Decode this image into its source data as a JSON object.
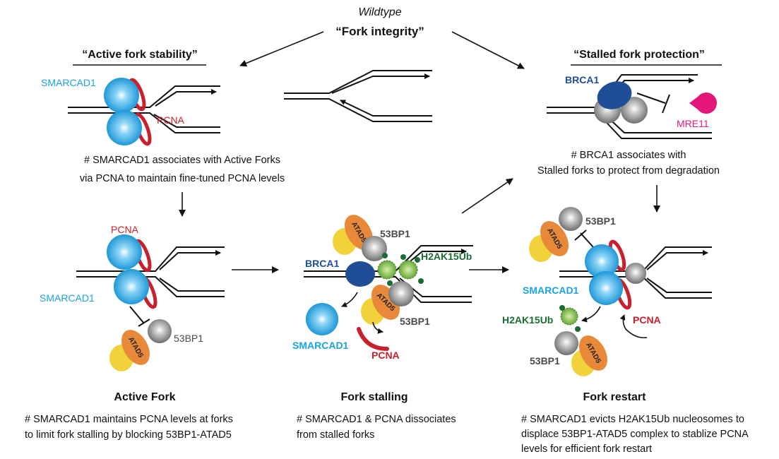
{
  "header": {
    "wildtype": "Wildtype",
    "fork_integrity": "“Fork integrity”"
  },
  "panels": {
    "active_stability": {
      "title": "“Active fork stability”",
      "caption_1": "# SMARCAD1 associates with Active Forks",
      "caption_2": "via PCNA to maintain fine-tuned PCNA levels",
      "labels": {
        "smarcad1": "SMARCAD1",
        "pcna": "PCNA"
      }
    },
    "stalled_protection": {
      "title": "“Stalled fork protection”",
      "caption_1": "# BRCA1 associates with",
      "caption_2": "Stalled forks to protect from degradation",
      "labels": {
        "brca1": "BRCA1",
        "mre11": "MRE11"
      }
    },
    "active_fork": {
      "title": "Active Fork",
      "caption_1": "# SMARCAD1 maintains PCNA levels at forks",
      "caption_2": "to limit fork stalling by blocking 53BP1-ATAD5",
      "labels": {
        "pcna": "PCNA",
        "smarcad1": "SMARCAD1",
        "bp53": "53BP1",
        "atad5": "ATAD5"
      }
    },
    "fork_stalling": {
      "title": "Fork stalling",
      "caption_1": "# SMARCAD1 & PCNA dissociates",
      "caption_2": "from stalled forks",
      "labels": {
        "atad5_top": "ATAD5",
        "bp53_top": "53BP1",
        "h2ak15ub": "H2AK15Ub",
        "brca1": "BRCA1",
        "atad5_bottom": "ATAD5",
        "bp53_bottom": "53BP1",
        "smarcad1": "SMARCAD1",
        "pcna": "PCNA"
      }
    },
    "fork_restart": {
      "title": "Fork restart",
      "caption_1": "# SMARCAD1 evicts H2AK15Ub nucleosomes to",
      "caption_2": "displace 53BP1-ATAD5 complex to stablize PCNA",
      "caption_3": "levels  for efficient fork restart",
      "labels": {
        "bp53_top": "53BP1",
        "atad5_top": "ATAD5",
        "smarcad1": "SMARCAD1",
        "h2ak15ub": "H2AK15Ub",
        "pcna": "PCNA",
        "bp53_bottom": "53BP1",
        "atad5_bottom": "ATAD5"
      }
    }
  },
  "colors": {
    "smarcad1": "#1aa3e0",
    "pcna": "#c8202c",
    "brca1": "#1f4e96",
    "mre11": "#e3177a",
    "atad5": "#e8893a",
    "atad5_partner": "#f1d23a",
    "bp53": "#8f8f8f",
    "h2ak15ub": "#1b6b34",
    "nucleosome": "#7cc242"
  }
}
